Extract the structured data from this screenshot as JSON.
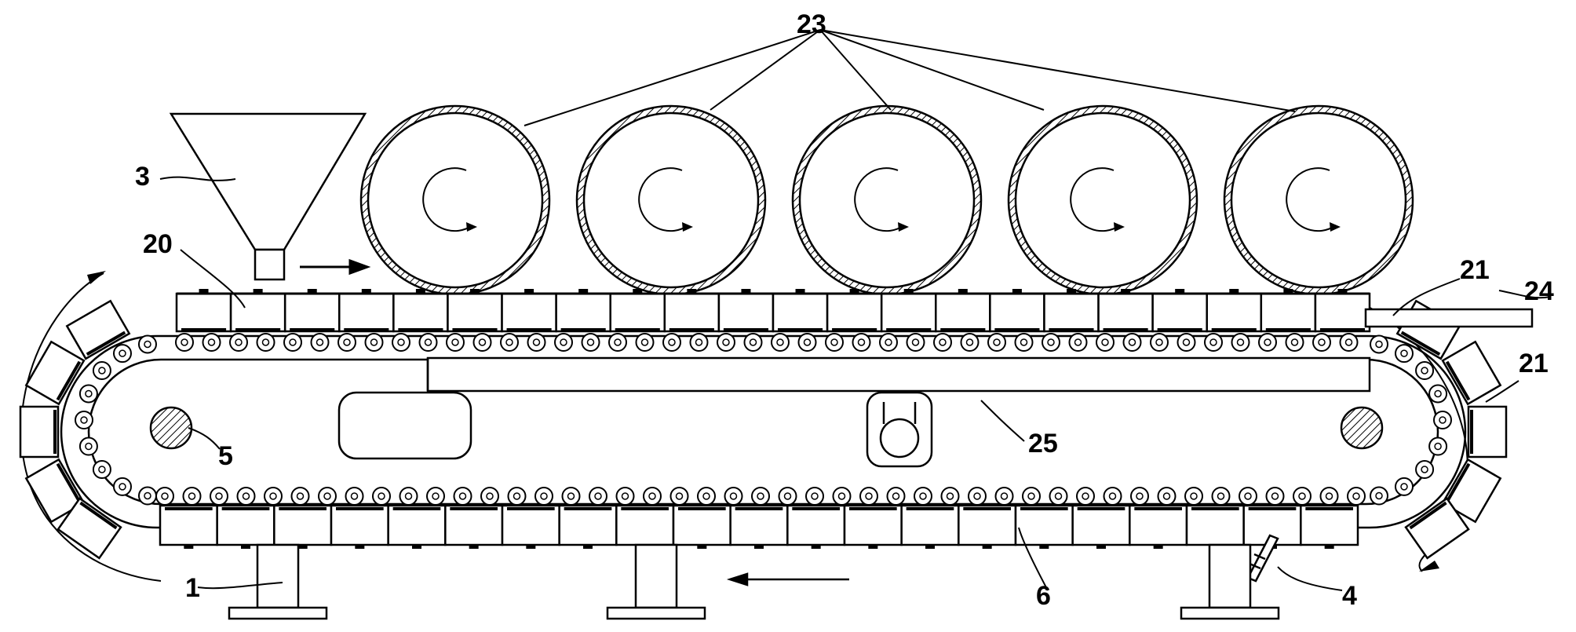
{
  "labels": {
    "l23": "23",
    "l3": "3",
    "l20": "20",
    "l21a": "21",
    "l21b": "21",
    "l24": "24",
    "l25": "25",
    "l5": "5",
    "l1": "1",
    "l6": "6",
    "l4": "4"
  },
  "counts": {
    "drums": 5,
    "upper_plates": 22,
    "lower_plates": 21
  },
  "colors": {
    "line": "#000000",
    "background": "#ffffff"
  }
}
